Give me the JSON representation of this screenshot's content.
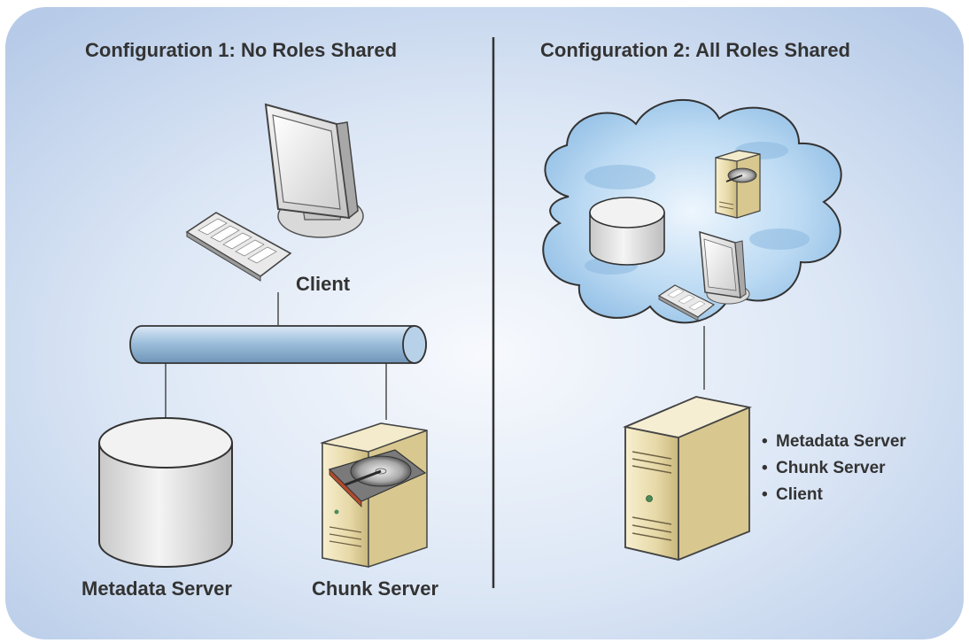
{
  "config1": {
    "title": "Configuration 1:  No Roles Shared",
    "client_label": "Client",
    "metadata_label": "Metadata Server",
    "chunk_label": "Chunk Server"
  },
  "config2": {
    "title": "Configuration 2: All Roles Shared",
    "roles": [
      "Metadata Server",
      "Chunk Server",
      "Client"
    ]
  },
  "colors": {
    "panel_edge": "#b9cde9",
    "panel_center": "#f4f7fc",
    "divider": "#333333",
    "network_pipe": "#8fb3d4",
    "cloud": "#a9cdee",
    "server_case": "#e8dcae",
    "label_text": "#333333"
  },
  "icons": {
    "client_workstation": "computer-monitor-icon",
    "keyboard": "keyboard-icon",
    "network": "network-bus-icon",
    "metadata_server": "database-cylinder-icon",
    "chunk_server": "server-tower-with-hard-disk-icon",
    "cloud": "cloud-icon"
  }
}
